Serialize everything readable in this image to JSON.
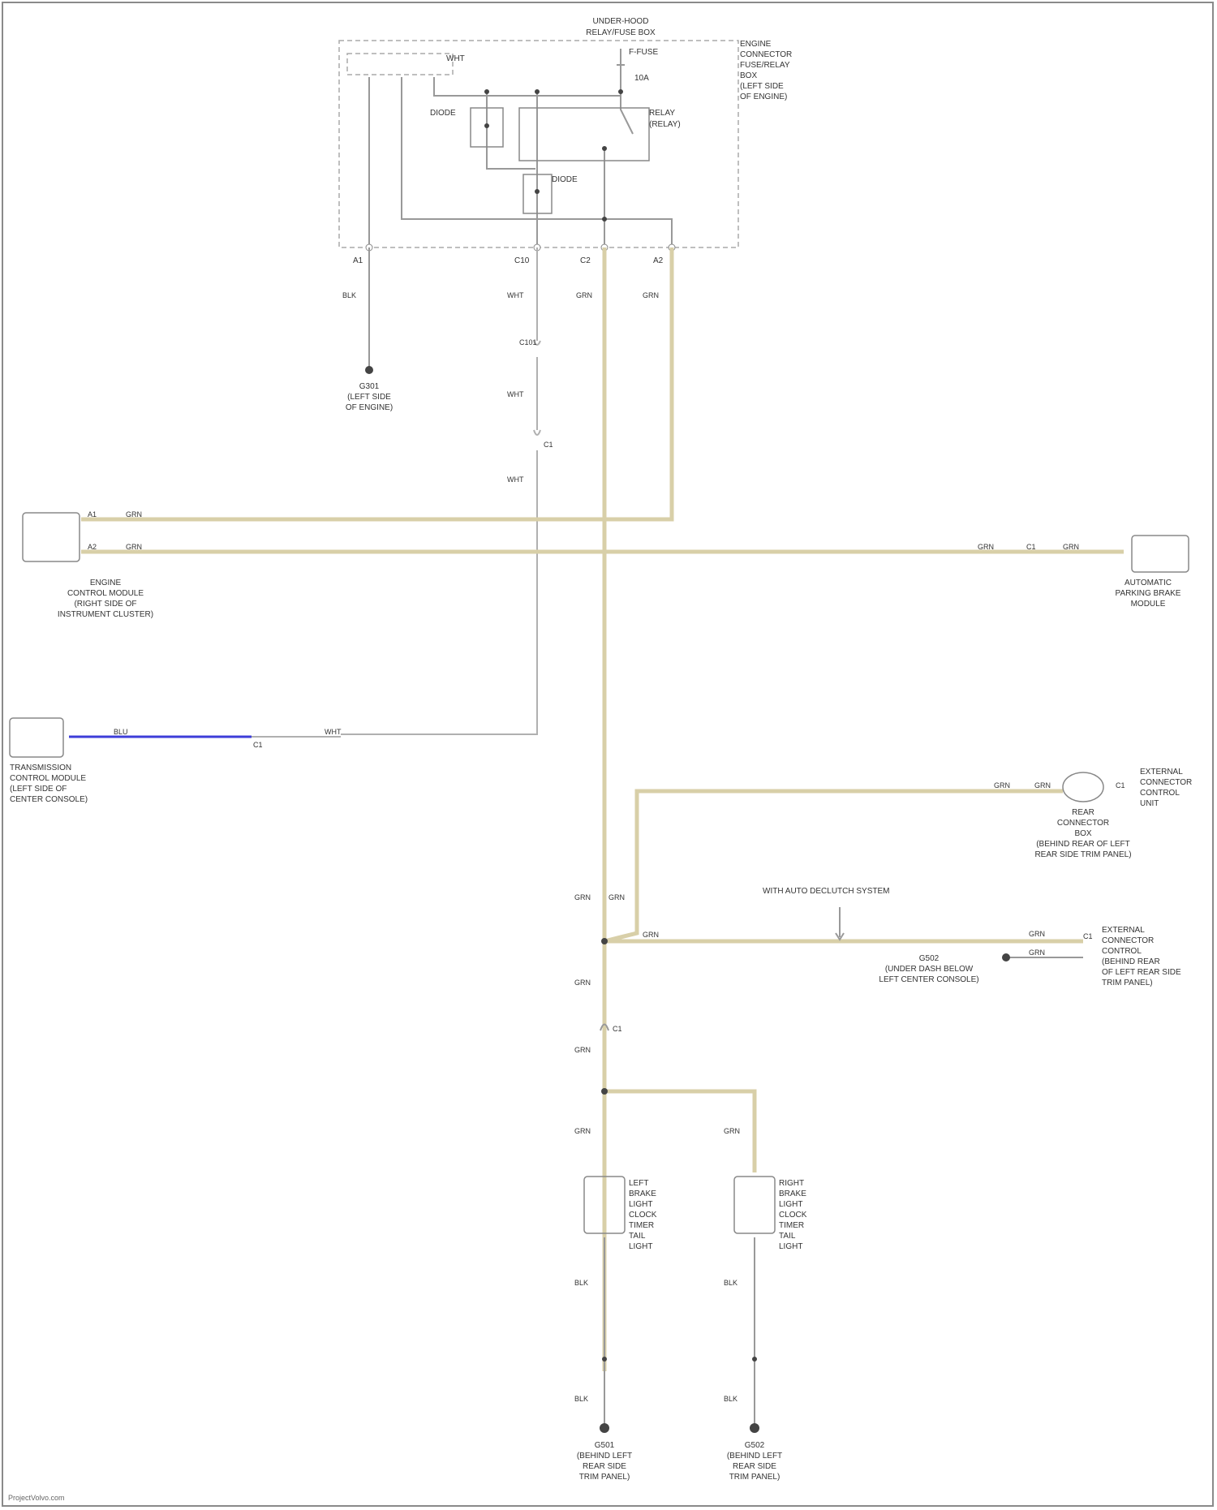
{
  "relay_box": {
    "title_1": "UNDER-HOOD",
    "title_2": "RELAY/FUSE BOX",
    "fuse_label": "F-FUSE",
    "fuse_amp": "10A",
    "relay_label": "RELAY",
    "relay_label_2": "(RELAY)",
    "diode_label_1": "DIODE",
    "diode_label_2": "DIODE",
    "top_label": "WHT",
    "side_note": "ENGINE\nCONNECTOR\nFUSE/RELAY\nBOX\n(LEFT SIDE\nOF ENGINE)"
  },
  "terminals": {
    "t1": "A1",
    "t2": "C10",
    "t3": "C2",
    "t4": "A2"
  },
  "wires": {
    "w_blk_top": "BLK",
    "w_wht_1": "WHT",
    "w_grn_1": "GRN",
    "w_grn_2": "GRN",
    "w_wht_2": "WHT",
    "w_wht_3": "WHT",
    "w_wht_4": "WHT",
    "w_grn_left_1": "GRN",
    "w_grn_left_2": "GRN",
    "w_grn_right_1": "GRN",
    "w_grn_right_2": "GRN",
    "w_blu": "BLU",
    "w_blu_wht": "WHT",
    "w_grn_right_top_1": "GRN",
    "w_grn_right_top_2": "GRN",
    "w_grn_mid_1": "GRN",
    "w_grn_mid_2": "GRN",
    "w_grn_mid_3": "GRN",
    "w_grn_mid_4": "GRN",
    "w_grn_mid_5": "GRN",
    "w_grn_right_conn_1": "GRN",
    "w_grn_right_conn_2": "GRN",
    "w_grn_bottom_1": "GRN",
    "w_grn_bottom_2": "GRN",
    "w_blk_bottom_1": "BLK",
    "w_blk_bottom_2": "BLK",
    "w_blk_bottom_3": "BLK",
    "w_blk_bottom_4": "BLK"
  },
  "connectors": {
    "c_top_1": "C1",
    "c_top_2": "C101",
    "c_middle_1": "C1",
    "c_right_1": "C1",
    "c_right_2": "C1",
    "c_blue": "C1",
    "c_mid": "C1",
    "c_bottom": "C1"
  },
  "ground_top": "G301\n(LEFT SIDE\nOF ENGINE)",
  "pcm": {
    "name": "ENGINE\nCONTROL MODULE\n(RIGHT SIDE OF\nINSTRUMENT CLUSTER)",
    "pin_a": "A1",
    "pin_b": "A2"
  },
  "right_module": {
    "name": "AUTOMATIC\nPARKING BRAKE\nMODULE"
  },
  "transmission_module": {
    "name": "TRANSMISSION\nCONTROL MODULE\n(LEFT SIDE OF\nCENTER CONSOLE)"
  },
  "right_upper": {
    "name": "EXTERNAL\nCONNECTOR\nCONTROL\nUNIT",
    "sub": "REAR\nCONNECTOR\nBOX\n(BEHIND REAR OF LEFT\nREAR SIDE TRIM PANEL)"
  },
  "mid_note": "WITH AUTO DECLUTCH SYSTEM",
  "right_lower": {
    "name": "EXTERNAL\nCONNECTOR\nCONTROL\n(BEHIND REAR\nOF LEFT REAR SIDE\nTRIM PANEL)",
    "ground": "G502\n(UNDER DASH BELOW\nLEFT CENTER CONSOLE)"
  },
  "lamp_left": {
    "lines": "LEFT\nBRAKE\nLIGHT\nCLOCK\nTIMER\nTAIL\nLIGHT"
  },
  "lamp_right": {
    "lines": "RIGHT\nBRAKE\nLIGHT\nCLOCK\nTIMER\nTAIL\nLIGHT"
  },
  "ground_bottom_left": "G501\n(BEHIND LEFT\nREAR SIDE\nTRIM PANEL)",
  "ground_bottom_right": "G502\n(BEHIND LEFT\nREAR SIDE\nTRIM PANEL)",
  "footer": "ProjectVolvo.com"
}
